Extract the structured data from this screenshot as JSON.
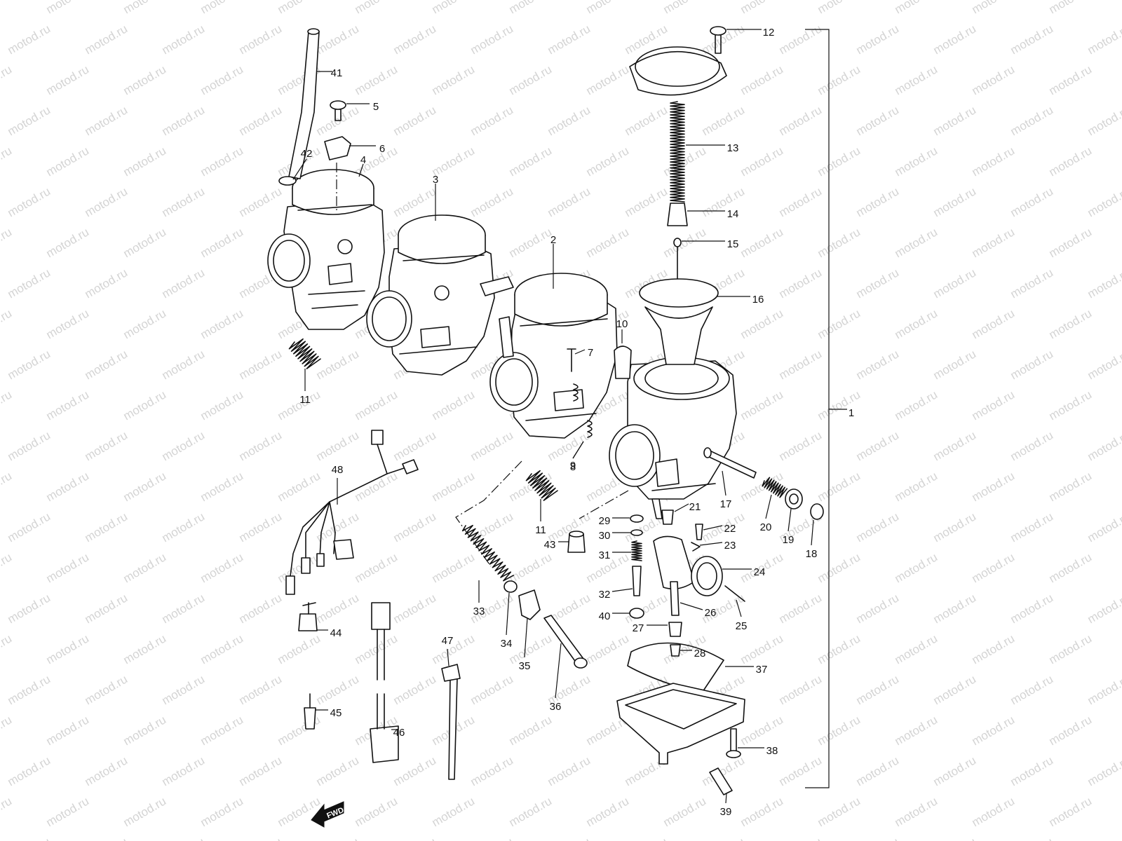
{
  "watermark": "motod.ru",
  "fwd_label": "FWD",
  "callouts": [
    "1",
    "2",
    "3",
    "4",
    "5",
    "6",
    "7",
    "8",
    "9",
    "10",
    "11",
    "11",
    "12",
    "13",
    "14",
    "15",
    "16",
    "17",
    "18",
    "19",
    "20",
    "21",
    "22",
    "23",
    "24",
    "25",
    "26",
    "27",
    "28",
    "29",
    "30",
    "31",
    "32",
    "33",
    "34",
    "35",
    "36",
    "37",
    "38",
    "39",
    "40",
    "41",
    "42",
    "43",
    "44",
    "45",
    "46",
    "47",
    "48"
  ]
}
